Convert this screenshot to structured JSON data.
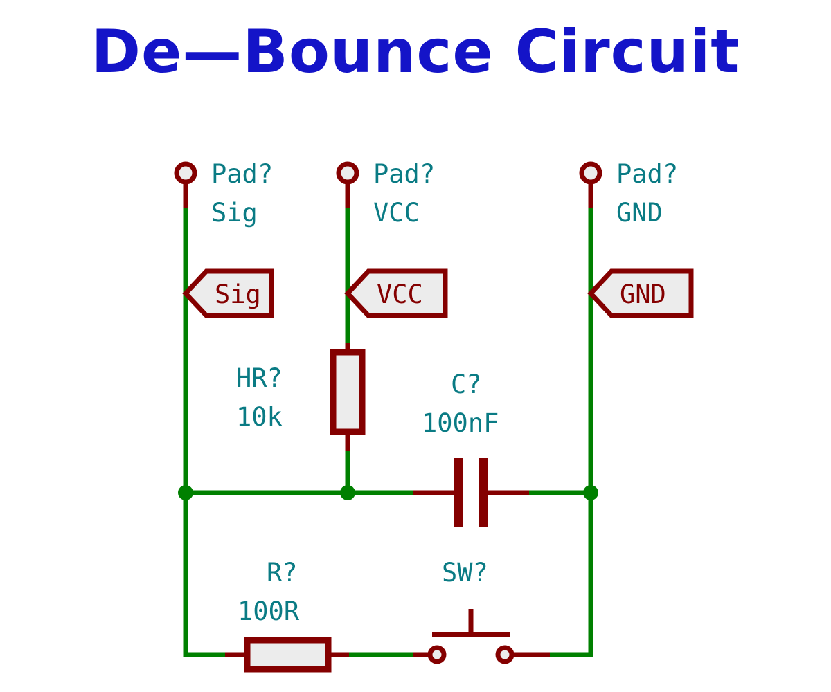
{
  "title": "De—Bounce Circuit",
  "colors": {
    "title": "#1414c8",
    "wire": "#008000",
    "pin": "#840000",
    "component_outline": "#840000",
    "component_fill": "#ececec",
    "reference_text": "#0a7b84",
    "net_label_text": "#840000",
    "background": "#ffffff"
  },
  "pads": [
    {
      "designator": "Pad?",
      "name": "Sig",
      "label_line1": "Pad?",
      "label_line2": "Sig"
    },
    {
      "designator": "Pad?",
      "name": "VCC",
      "label_line1": "Pad?",
      "label_line2": "VCC"
    },
    {
      "designator": "Pad?",
      "name": "GND",
      "label_line1": "Pad?",
      "label_line2": "GND"
    }
  ],
  "net_labels": [
    {
      "text": "Sig"
    },
    {
      "text": "VCC"
    },
    {
      "text": "GND"
    }
  ],
  "components": [
    {
      "kind": "resistor-vertical",
      "designator": "HR?",
      "value": "10k"
    },
    {
      "kind": "capacitor",
      "designator": "C?",
      "value": "100nF"
    },
    {
      "kind": "resistor-horizontal",
      "designator": "R?",
      "value": "100R"
    },
    {
      "kind": "switch-pushbutton",
      "designator": "SW?",
      "value": ""
    }
  ],
  "junction_count": 3
}
